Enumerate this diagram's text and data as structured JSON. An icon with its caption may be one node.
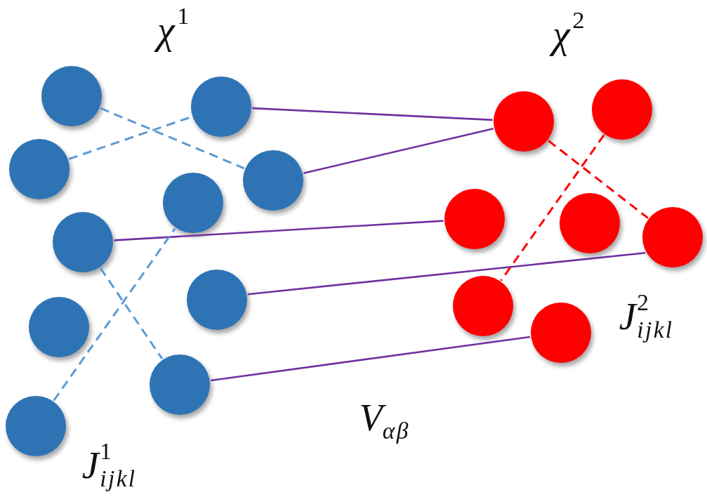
{
  "diagram": {
    "nodes": [
      {
        "text": [],
        "shape": "circle"
      },
      {
        "text": [],
        "shape": "circle"
      },
      {
        "text": [],
        "shape": "circle"
      },
      {
        "text": [],
        "shape": "circle"
      },
      {
        "text": [],
        "shape": "circle"
      },
      {
        "text": [],
        "shape": "circle"
      },
      {
        "text": [],
        "shape": "circle"
      },
      {
        "text": [],
        "shape": "circle"
      },
      {
        "text": [],
        "shape": "circle"
      },
      {
        "text": [],
        "shape": "circle"
      },
      {
        "text": [],
        "shape": "circle"
      },
      {
        "text": [],
        "shape": "circle"
      },
      {
        "text": [],
        "shape": "circle"
      },
      {
        "text": [],
        "shape": "circle"
      },
      {
        "text": [],
        "shape": "circle"
      },
      {
        "text": [],
        "shape": "circle"
      },
      {
        "text": [],
        "shape": "circle"
      }
    ],
    "edges": [
      {
        "from": 1,
        "to": 10,
        "arrow": "none"
      },
      {
        "from": 3,
        "to": 10,
        "arrow": "none"
      },
      {
        "from": 5,
        "to": 12,
        "arrow": "none"
      },
      {
        "from": 6,
        "to": 14,
        "arrow": "none"
      },
      {
        "from": 8,
        "to": 16,
        "arrow": "none"
      },
      {
        "from": 0,
        "to": 3,
        "arrow": "none",
        "style": "dashed",
        "color": "#5b9bd5"
      },
      {
        "from": 2,
        "to": 1,
        "arrow": "none",
        "style": "dashed",
        "color": "#5b9bd5"
      },
      {
        "from": 5,
        "to": 8,
        "arrow": "none",
        "style": "dashed",
        "color": "#5b9bd5"
      },
      {
        "from": 9,
        "to": 4,
        "arrow": "none",
        "style": "dashed",
        "color": "#5b9bd5"
      },
      {
        "from": 11,
        "to": 15,
        "arrow": "none",
        "style": "dashed",
        "color": "#ff0000"
      },
      {
        "from": 10,
        "to": 14,
        "arrow": "none",
        "style": "dashed",
        "color": "#ff0000"
      }
    ],
    "labels": [
      "χ$^{1}$",
      "χ$^{2}$",
      "J$^{2}$$_{ijkl}$",
      "V$_{αβ}$",
      "J$^{1}$$_{ijkl}$"
    ]
  }
}
